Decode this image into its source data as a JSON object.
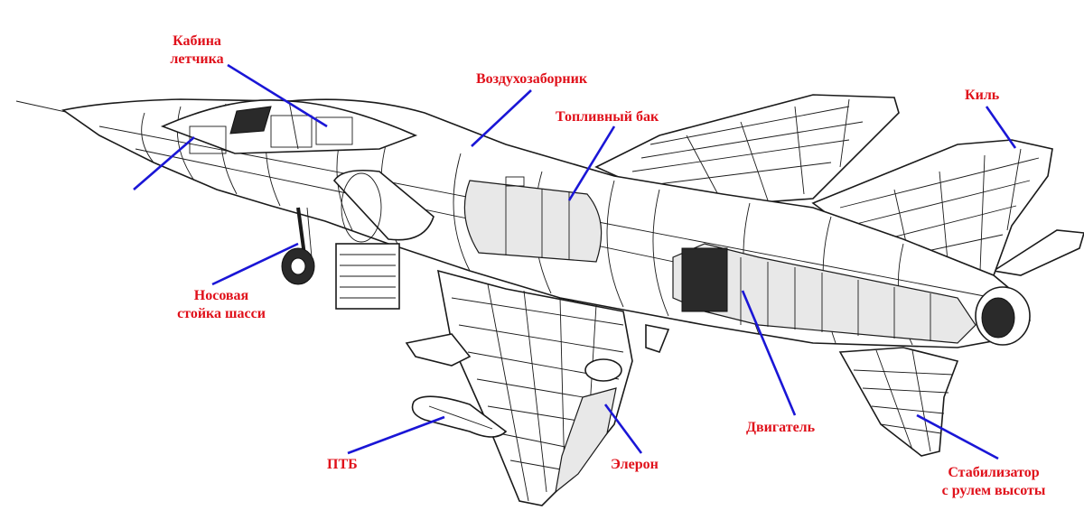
{
  "labels": {
    "cockpit": "Кабина летчика",
    "cockpit_line1": "Кабина",
    "cockpit_line2": "летчика",
    "air_intake": "Воздухозаборник",
    "fuel_tank": "Топливный бак",
    "fin": "Киль",
    "nose_gear_line1": "Носовая",
    "nose_gear_line2": "стойка шасси",
    "engine": "Двигатель",
    "drop_tank": "ПТБ",
    "aileron": "Элерон",
    "stabilizer_line1": "Стабилизатор",
    "stabilizer_line2": "с рулем высоты"
  },
  "colors": {
    "label_text": "#e0101a",
    "leader_line": "#1a16d6",
    "drawing_ink": "#1a1a1a",
    "background": "#ffffff"
  }
}
